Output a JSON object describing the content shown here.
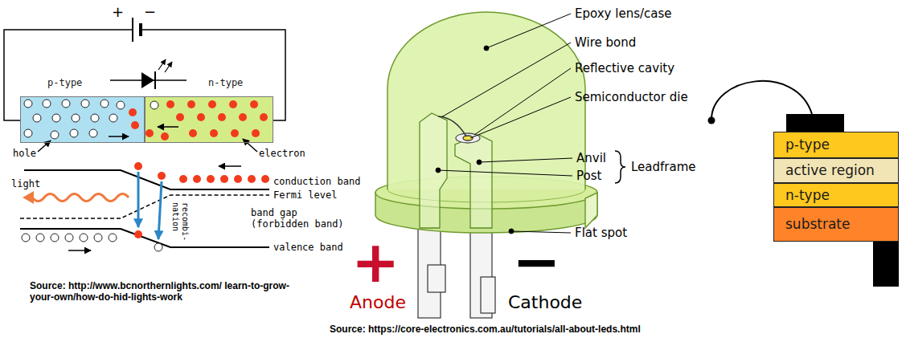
{
  "diagram": {
    "nodes": [
      {
        "text": [
          "p-type"
        ]
      },
      {
        "text": [
          "n-type"
        ]
      },
      {
        "text": [
          "p-type"
        ]
      },
      {
        "text": [
          "active region"
        ]
      },
      {
        "text": [
          "n-type"
        ]
      },
      {
        "text": [
          "substrate"
        ]
      }
    ],
    "labels": [
      "+",
      "−",
      "hole",
      "electron",
      "light",
      "recombi- nation",
      "conduction band",
      "Fermi level",
      "band gap (forbidden band)",
      "valence band",
      "Source: http://www.bcnorthernlights.com/ learn-to-grow-your-own/how-do-hid-lights-work",
      "Epoxy lens/case",
      "Wire bond",
      "Reflective cavity",
      "Semiconductor die",
      "Anvil",
      "Post",
      "Leadframe",
      "Flat spot",
      "+",
      "Anode",
      "−",
      "Cathode",
      "Source: https://core-electronics.com.au/tutorials/all-about-leds.html"
    ]
  }
}
